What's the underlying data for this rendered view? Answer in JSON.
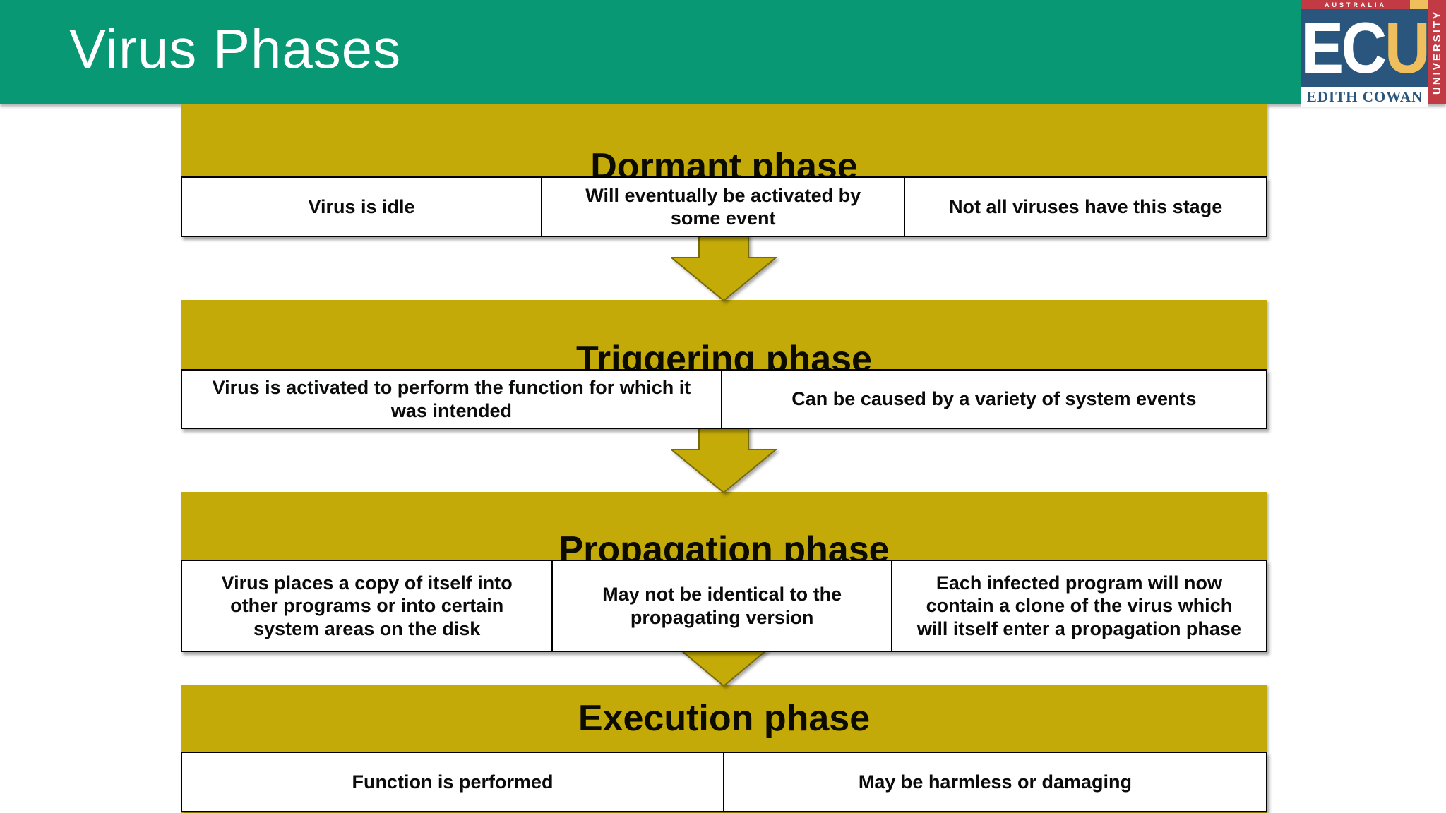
{
  "slide": {
    "title": "Virus Phases"
  },
  "logo": {
    "australia": "AUSTRALIA",
    "ecu_white": "EC",
    "ecu_gold": "U",
    "edith_cowan": "EDITH COWAN",
    "university": "UNIVERSITY"
  },
  "colors": {
    "header_green": "#089873",
    "phase_gold": "#c3aa08",
    "arrow_gold": "#c4ab08",
    "logo_red": "#c23b44",
    "logo_blue": "#2a567e",
    "logo_gold": "#eebf5c"
  },
  "phases": [
    {
      "title": "Dormant phase",
      "cells": [
        "Virus is idle",
        "Will eventually be activated by\nsome event",
        "Not all viruses have this stage"
      ]
    },
    {
      "title": "Triggering phase",
      "cells": [
        "Virus is activated to perform the function for which it\nwas intended",
        "Can be caused by a variety of system events"
      ]
    },
    {
      "title": "Propagation phase",
      "cells": [
        "Virus places a copy of itself into\nother programs or into certain\nsystem areas on the disk",
        "May not be identical to the\npropagating version",
        "Each infected program will now\ncontain a clone of the virus which\nwill itself enter a propagation phase"
      ]
    },
    {
      "title": "Execution phase",
      "cells": [
        "Function is performed",
        "May be harmless or damaging"
      ]
    }
  ]
}
